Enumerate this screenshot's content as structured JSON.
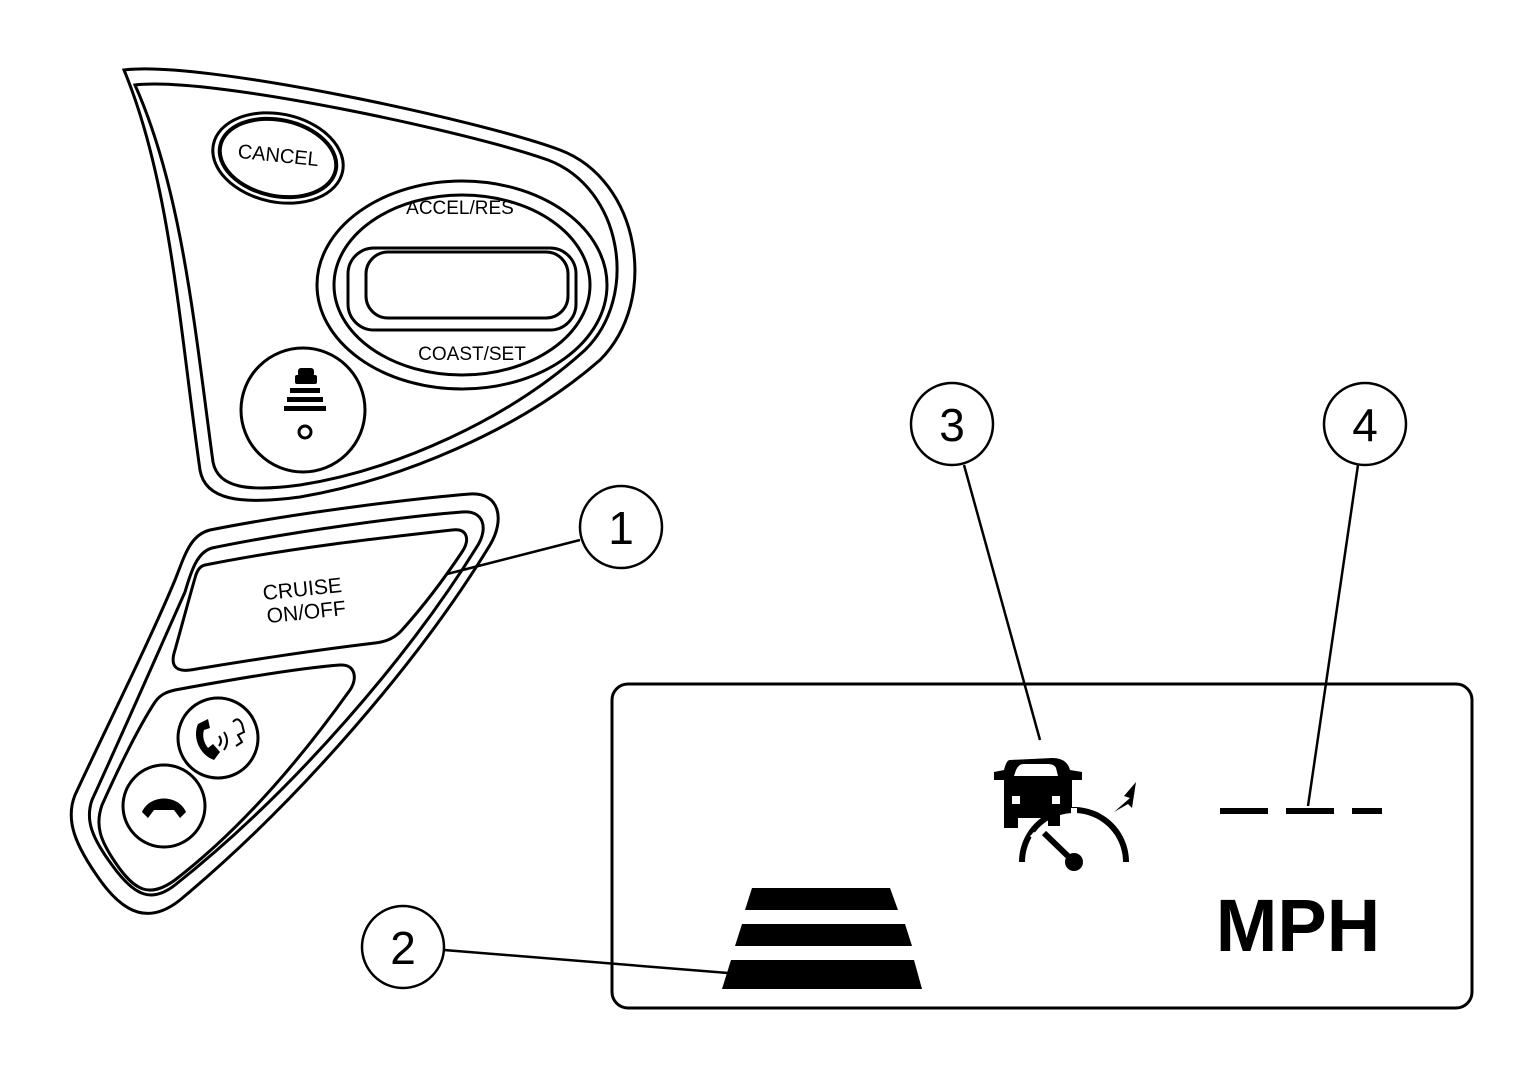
{
  "switch_panel": {
    "cancel_label": "CANCEL",
    "accel_label": "ACCEL/RES",
    "coast_label": "COAST/SET",
    "distance_button_icon": "vehicle-distance-icon",
    "cruise_line1": "CRUISE",
    "cruise_line2": "ON/OFF",
    "voice_button_icon": "phone-voice-icon",
    "phone_button_icon": "phone-hangup-icon"
  },
  "display": {
    "speed_readout": "- - -",
    "unit": "MPH",
    "distance_indicator_icon": "distance-bars-icon",
    "cruise_indicator_icon": "car-speedometer-icon"
  },
  "callouts": {
    "c1": "1",
    "c2": "2",
    "c3": "3",
    "c4": "4"
  },
  "colors": {
    "ink": "#000000",
    "paper": "#ffffff"
  }
}
